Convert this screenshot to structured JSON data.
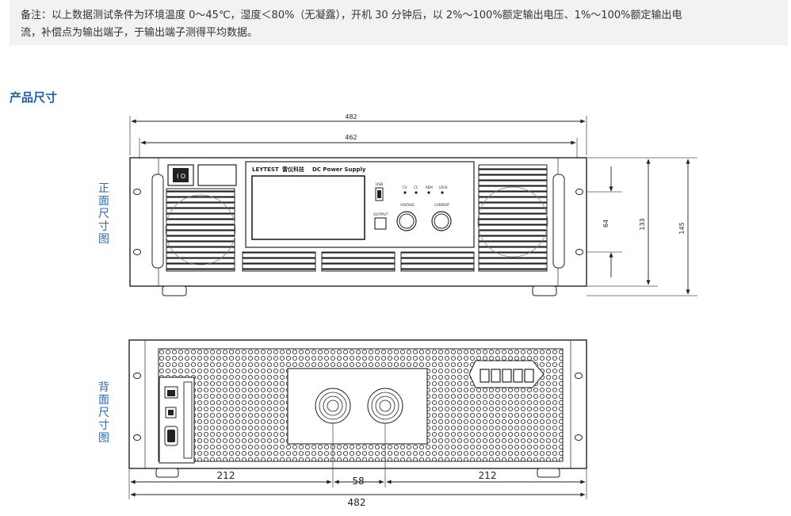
{
  "note": {
    "line1": "备注：以上数据测试条件为环境温度 0～45℃，湿度＜80%（无凝露），开机 30 分钟后，以 2%～100%额定输出电压、1%～100%额定输出电",
    "line2": "流，补偿点为输出端子，于输出端子测得平均数据。"
  },
  "section": {
    "title": "产品尺寸"
  },
  "front_view": {
    "label": "正面尺寸图",
    "brand": "LEYTEST",
    "brand_cn": "雷仪科技",
    "product": "DC Power Supply",
    "usb": "USB",
    "output_btn": "OUTPUT",
    "indicators": [
      "CV",
      "CC",
      "REM",
      "LOCK"
    ],
    "knobs": [
      "VOLTAGE",
      "CURRENT"
    ],
    "dims": {
      "overall_width": "482",
      "inner_width": "462",
      "h64": "64",
      "h133": "133",
      "h145": "145"
    }
  },
  "back_view": {
    "label": "背面尺寸图",
    "dims": {
      "left": "212",
      "center": "58",
      "right": "212",
      "total": "482"
    }
  }
}
